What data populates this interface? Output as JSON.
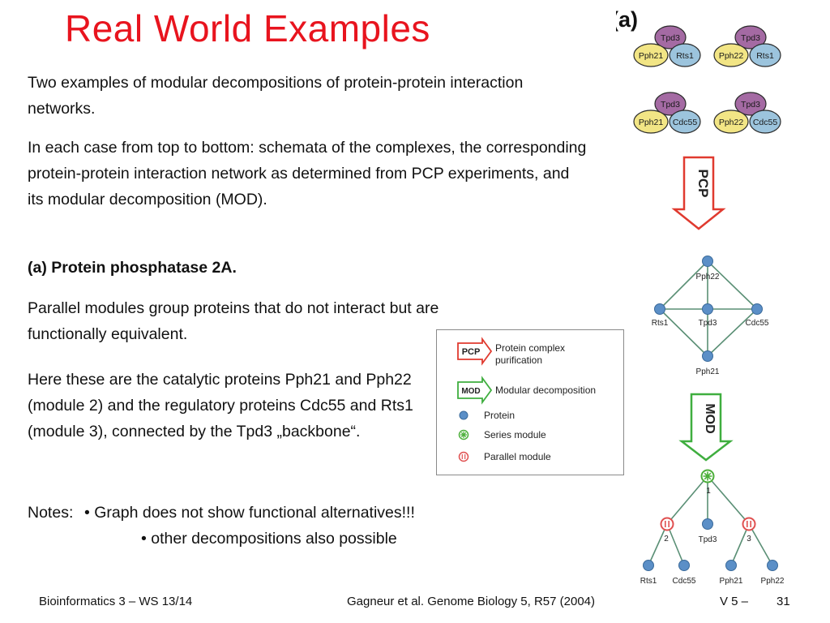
{
  "slide": {
    "title": "Real World Examples",
    "para1": "Two examples of modular decompositions of protein-protein interaction networks.",
    "para2": "In each case from top to bottom: schemata of the complexes, the corresponding protein-protein interaction network as determined from PCP experiments, and its modular decomposition (MOD).",
    "para3": "(a) Protein phosphatase 2A.",
    "para4": "Parallel modules group proteins that do not interact but are functionally equivalent.",
    "para5": "Here these are the catalytic proteins Pph21 and Pph22 (module 2) and the regulatory proteins Cdc55 and Rts1 (module 3), connected by the Tpd3 „backbone“.",
    "notes_label": "Notes:",
    "note1": "• Graph does not show functional alternatives!!!",
    "note2": "• other decompositions also possible"
  },
  "footer": {
    "course": "Bioinformatics 3 – WS 13/14",
    "reference": "Gagneur et al. Genome Biology 5, R57 (2004)",
    "version": "V 5  –",
    "page": "31"
  },
  "legend": {
    "pcp_badge": "PCP",
    "pcp_label_1": "Protein complex",
    "pcp_label_2": "purification",
    "mod_badge": "MOD",
    "mod_label": "Modular decomposition",
    "protein_label": "Protein",
    "series_label": "Series module",
    "parallel_label": "Parallel module"
  },
  "figure": {
    "panel_label": "(a)",
    "complexes": [
      [
        "Tpd3",
        "Pph21",
        "Rts1"
      ],
      [
        "Tpd3",
        "Pph22",
        "Rts1"
      ],
      [
        "Tpd3",
        "Pph21",
        "Cdc55"
      ],
      [
        "Tpd3",
        "Pph22",
        "Cdc55"
      ]
    ],
    "pcp_arrow_label": "PCP",
    "mod_arrow_label": "MOD",
    "network_nodes": {
      "top": "Pph22",
      "left": "Rts1",
      "center": "Tpd3",
      "right": "Cdc55",
      "bottom": "Pph21"
    },
    "tree": {
      "root_number": "1",
      "left_module_number": "2",
      "right_module_number": "3",
      "center_leaf": "Tpd3",
      "leaves": [
        "Rts1",
        "Cdc55",
        "Pph21",
        "Pph22"
      ]
    },
    "colors": {
      "tpd3": "#a46aa3",
      "pph": "#f2e585",
      "regulatory": "#9cc4dd",
      "protein_node": "#5b8fc7",
      "series": "#4caf3a",
      "parallel": "#e05050",
      "pcp_arrow": "#e03a2f",
      "mod_arrow": "#3fae3f"
    }
  }
}
